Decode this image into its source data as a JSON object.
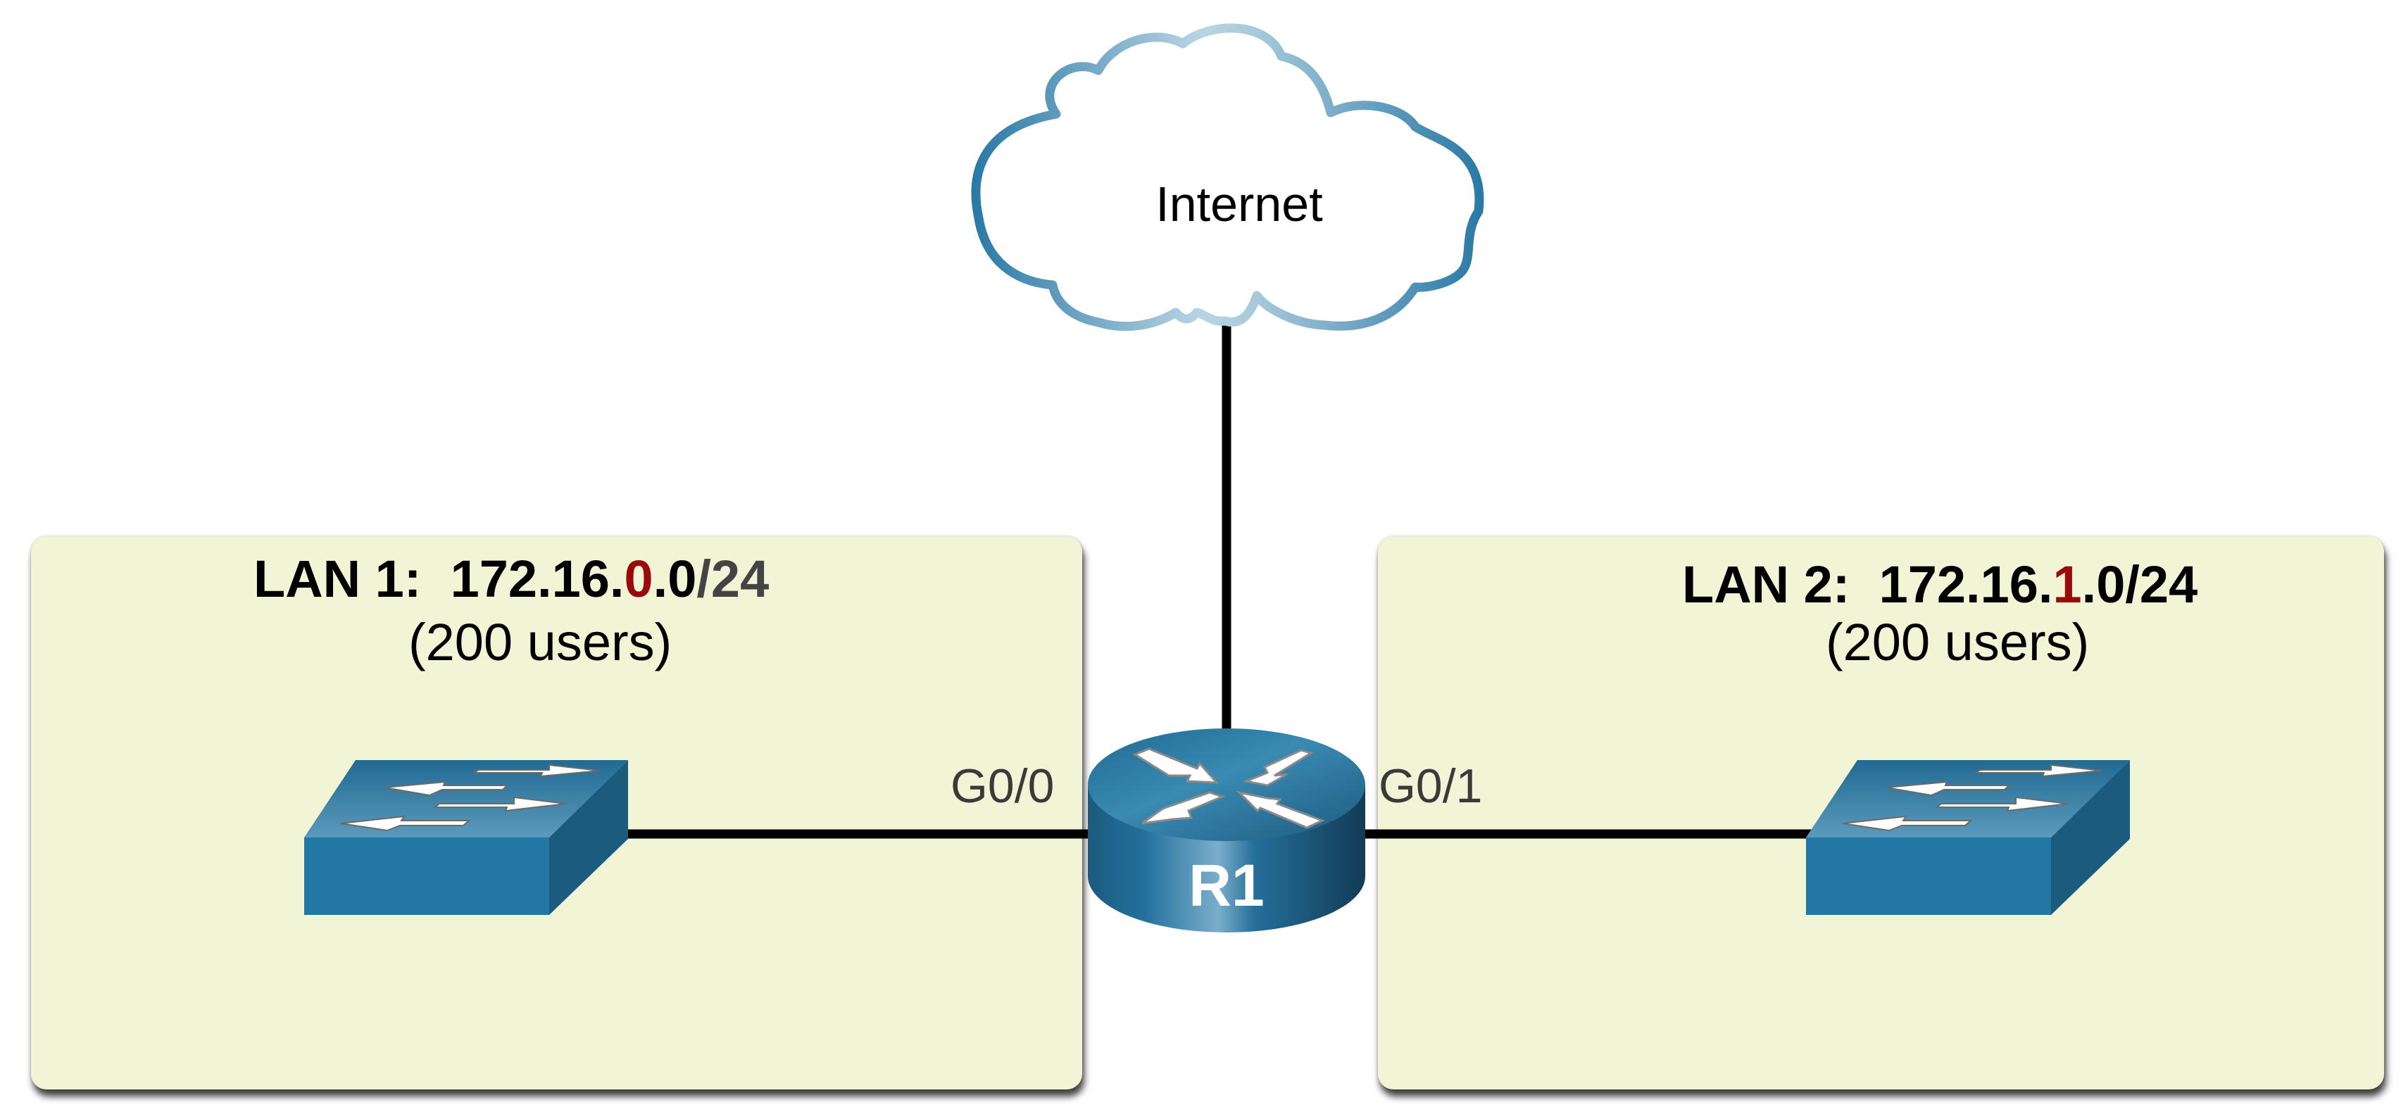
{
  "diagram": {
    "cloud": {
      "label": "Internet",
      "icon": "cloud-icon"
    },
    "router": {
      "label": "R1",
      "icon": "router-icon"
    },
    "interfaces": {
      "left": "G0/0",
      "right": "G0/1"
    },
    "lans": [
      {
        "name": "LAN 1:",
        "prefix": "172.16.",
        "highlight": "0",
        "suffix": ".0",
        "mask": "/24",
        "users": "(200 users)",
        "switch_icon": "switch-icon"
      },
      {
        "name": "LAN 2:",
        "prefix": "172.16.",
        "highlight": "1",
        "suffix": ".0",
        "mask": "/24",
        "users": "(200 users)",
        "switch_icon": "switch-icon"
      }
    ],
    "colors": {
      "lan_fill": "#f2f4d6",
      "device_blue": "#2377a4",
      "highlight_red": "#9a0a0a",
      "link": "#000000"
    }
  }
}
